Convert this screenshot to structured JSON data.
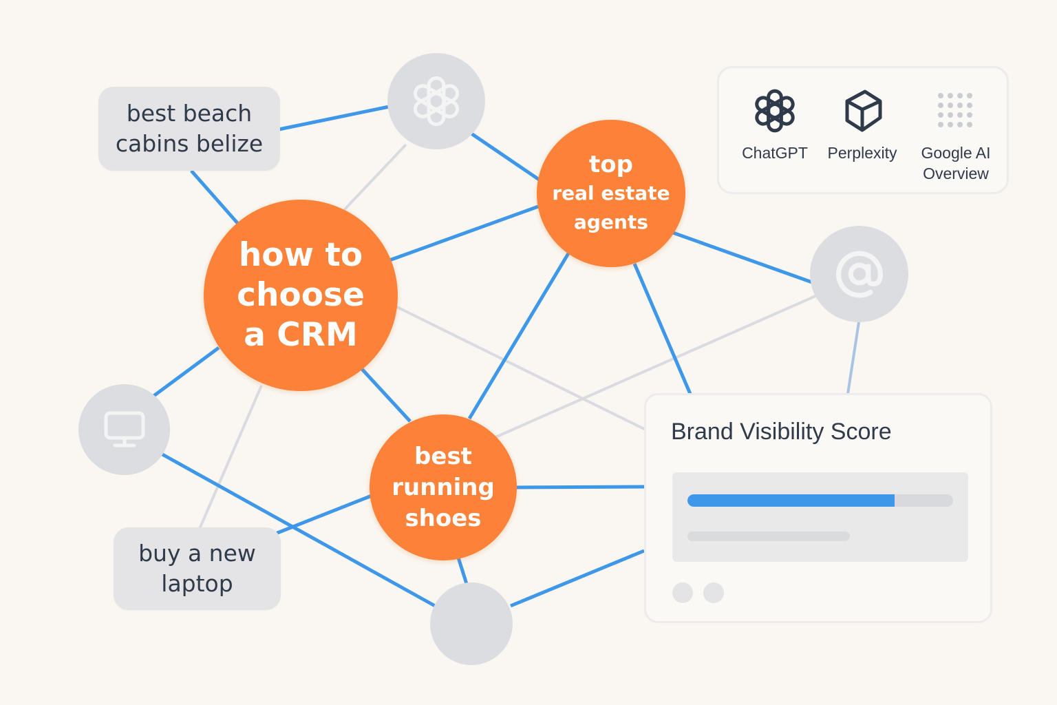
{
  "keywords": {
    "beach": [
      "best beach",
      "cabins belize"
    ],
    "laptop": [
      "buy a new",
      "laptop"
    ]
  },
  "bubbles": {
    "crm": [
      "how to",
      "choose",
      "a CRM"
    ],
    "realestate": [
      "top",
      "real estate",
      "agents"
    ],
    "shoes": [
      "best",
      "running",
      "shoes"
    ]
  },
  "nodes": {
    "openai": "openai-icon",
    "at": "at-sign-icon",
    "monitor": "monitor-icon"
  },
  "legend": {
    "items": [
      {
        "label": "ChatGPT",
        "icon": "chatgpt-icon"
      },
      {
        "label": "Perplexity",
        "icon": "perplexity-icon"
      },
      {
        "label": "Google AI Overview",
        "icon": "google-ai-overview-icon"
      }
    ]
  },
  "score_card": {
    "title": "Brand Visibility Score",
    "score_fraction": 0.78
  },
  "colors": {
    "accent_orange": "#fb8238",
    "link_blue": "#3f97ea",
    "link_grey": "#d9dbe0",
    "node_grey": "#dcdde0",
    "text_dark": "#2f3a4a"
  }
}
